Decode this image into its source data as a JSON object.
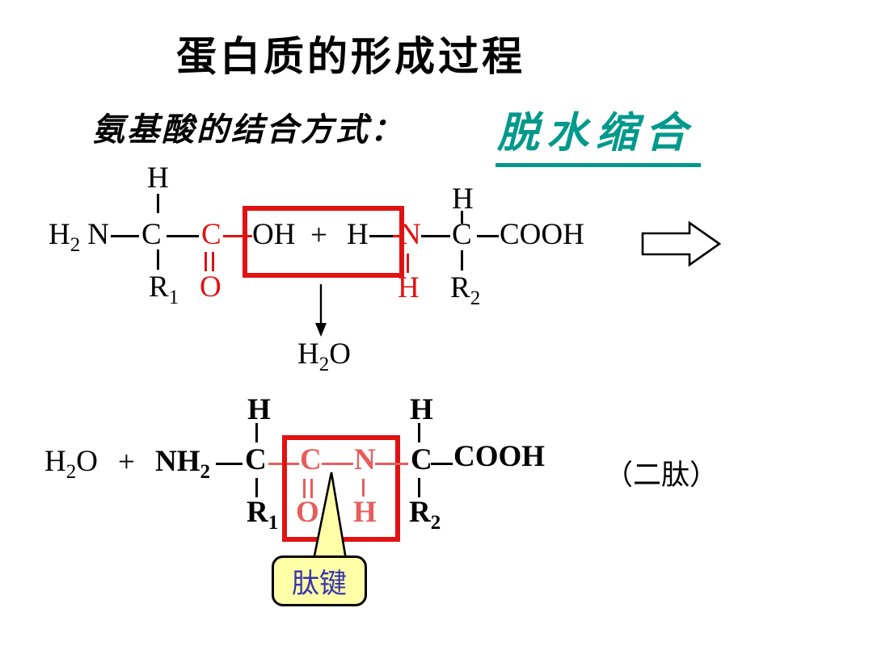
{
  "title": "蛋白质的形成过程",
  "subtitle": {
    "label": "氨基酸的结合方式：",
    "answer": "脱水缩合"
  },
  "colors": {
    "teal_accent": "#00998c",
    "strong_red": "#e11212",
    "soft_red": "#e85c5c",
    "callout_bg": "#ffffa8",
    "callout_text": "#3434ad"
  },
  "structure1": {
    "h2n": {
      "h": "H",
      "sub": "2",
      "n": "N"
    },
    "h_top1": "H",
    "c_alpha1": "C",
    "r1": {
      "base": "R",
      "sub": "1"
    },
    "c_carbonyl": "C",
    "o_carbonyl": "O",
    "oh": "OH",
    "plus": "+",
    "h_amine": "H",
    "n_amine": "N",
    "h_below_n": "H",
    "h_top2": "H",
    "c_alpha2": "C",
    "r2": {
      "base": "R",
      "sub": "2"
    },
    "cooh": "COOH"
  },
  "water": {
    "h": "H",
    "sub": "2",
    "o": "O"
  },
  "structure2": {
    "water": {
      "h": "H",
      "sub": "2",
      "o": "O"
    },
    "plus": "+",
    "nh2": {
      "n": "N",
      "h": "H",
      "sub": "2"
    },
    "h_top1": "H",
    "c_alpha1": "C",
    "r1": {
      "base": "R",
      "sub": "1"
    },
    "c_peptide": "C",
    "o_peptide": "O",
    "n_peptide": "N",
    "h_peptide": "H",
    "h_top2": "H",
    "c_alpha2": "C",
    "r2": {
      "base": "R",
      "sub": "2"
    },
    "cooh": "COOH",
    "product_label": "（二肽）"
  },
  "callout": {
    "label": "肽键"
  }
}
